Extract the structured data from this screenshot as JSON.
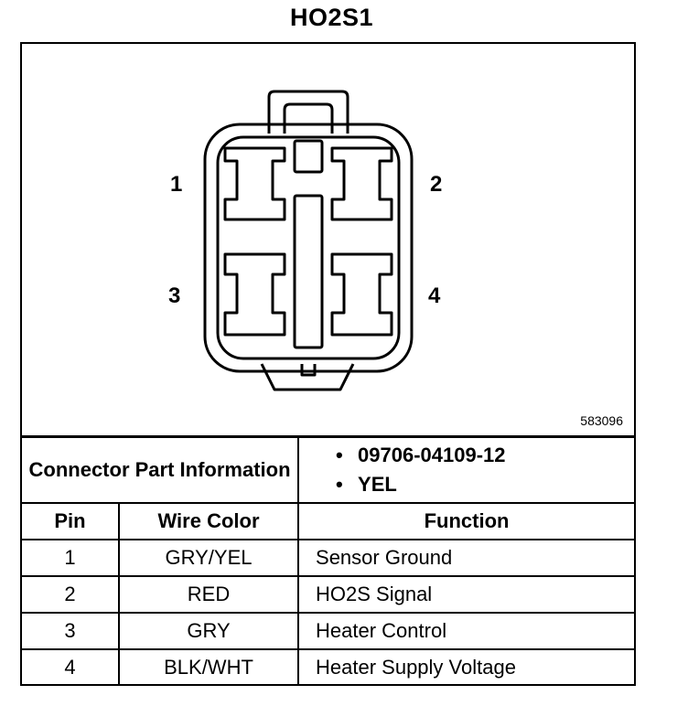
{
  "title": "HO2S1",
  "diagram": {
    "pin_labels": [
      "1",
      "2",
      "3",
      "4"
    ],
    "reference_code": "583096"
  },
  "connector_info": {
    "label": "Connector Part Information",
    "items": [
      "09706-04109-12",
      "YEL"
    ]
  },
  "table": {
    "headers": [
      "Pin",
      "Wire Color",
      "Function"
    ],
    "rows": [
      {
        "pin": "1",
        "wire": "GRY/YEL",
        "function": "Sensor Ground"
      },
      {
        "pin": "2",
        "wire": "RED",
        "function": "HO2S Signal"
      },
      {
        "pin": "3",
        "wire": "GRY",
        "function": "Heater Control"
      },
      {
        "pin": "4",
        "wire": "BLK/WHT",
        "function": "Heater Supply Voltage"
      }
    ]
  }
}
